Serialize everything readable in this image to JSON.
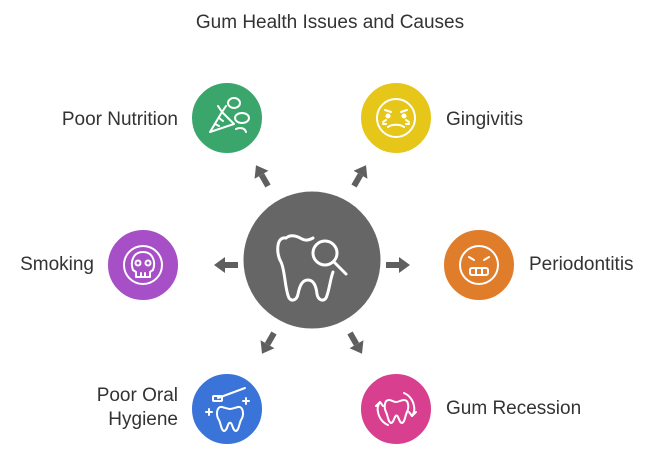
{
  "title": "Gum Health Issues and Causes",
  "center": {
    "icon": "tooth-magnifier-icon",
    "color": "#666666"
  },
  "nodes": [
    {
      "id": "poor-nutrition",
      "label": "Poor Nutrition",
      "color": "#3aa66b",
      "icon": "vegetables-icon"
    },
    {
      "id": "gingivitis",
      "label": "Gingivitis",
      "color": "#e6c619",
      "icon": "sick-face-icon"
    },
    {
      "id": "smoking",
      "label": "Smoking",
      "color": "#a64fc7",
      "icon": "skull-icon"
    },
    {
      "id": "periodontitis",
      "label": "Periodontitis",
      "color": "#e07d2a",
      "icon": "grimace-face-icon"
    },
    {
      "id": "poor-oral-hygiene",
      "label_line1": "Poor Oral",
      "label_line2": "Hygiene",
      "color": "#3a74d9",
      "icon": "toothbrush-icon"
    },
    {
      "id": "gum-recession",
      "label": "Gum Recession",
      "color": "#d93f8f",
      "icon": "tooth-cycle-icon"
    }
  ]
}
